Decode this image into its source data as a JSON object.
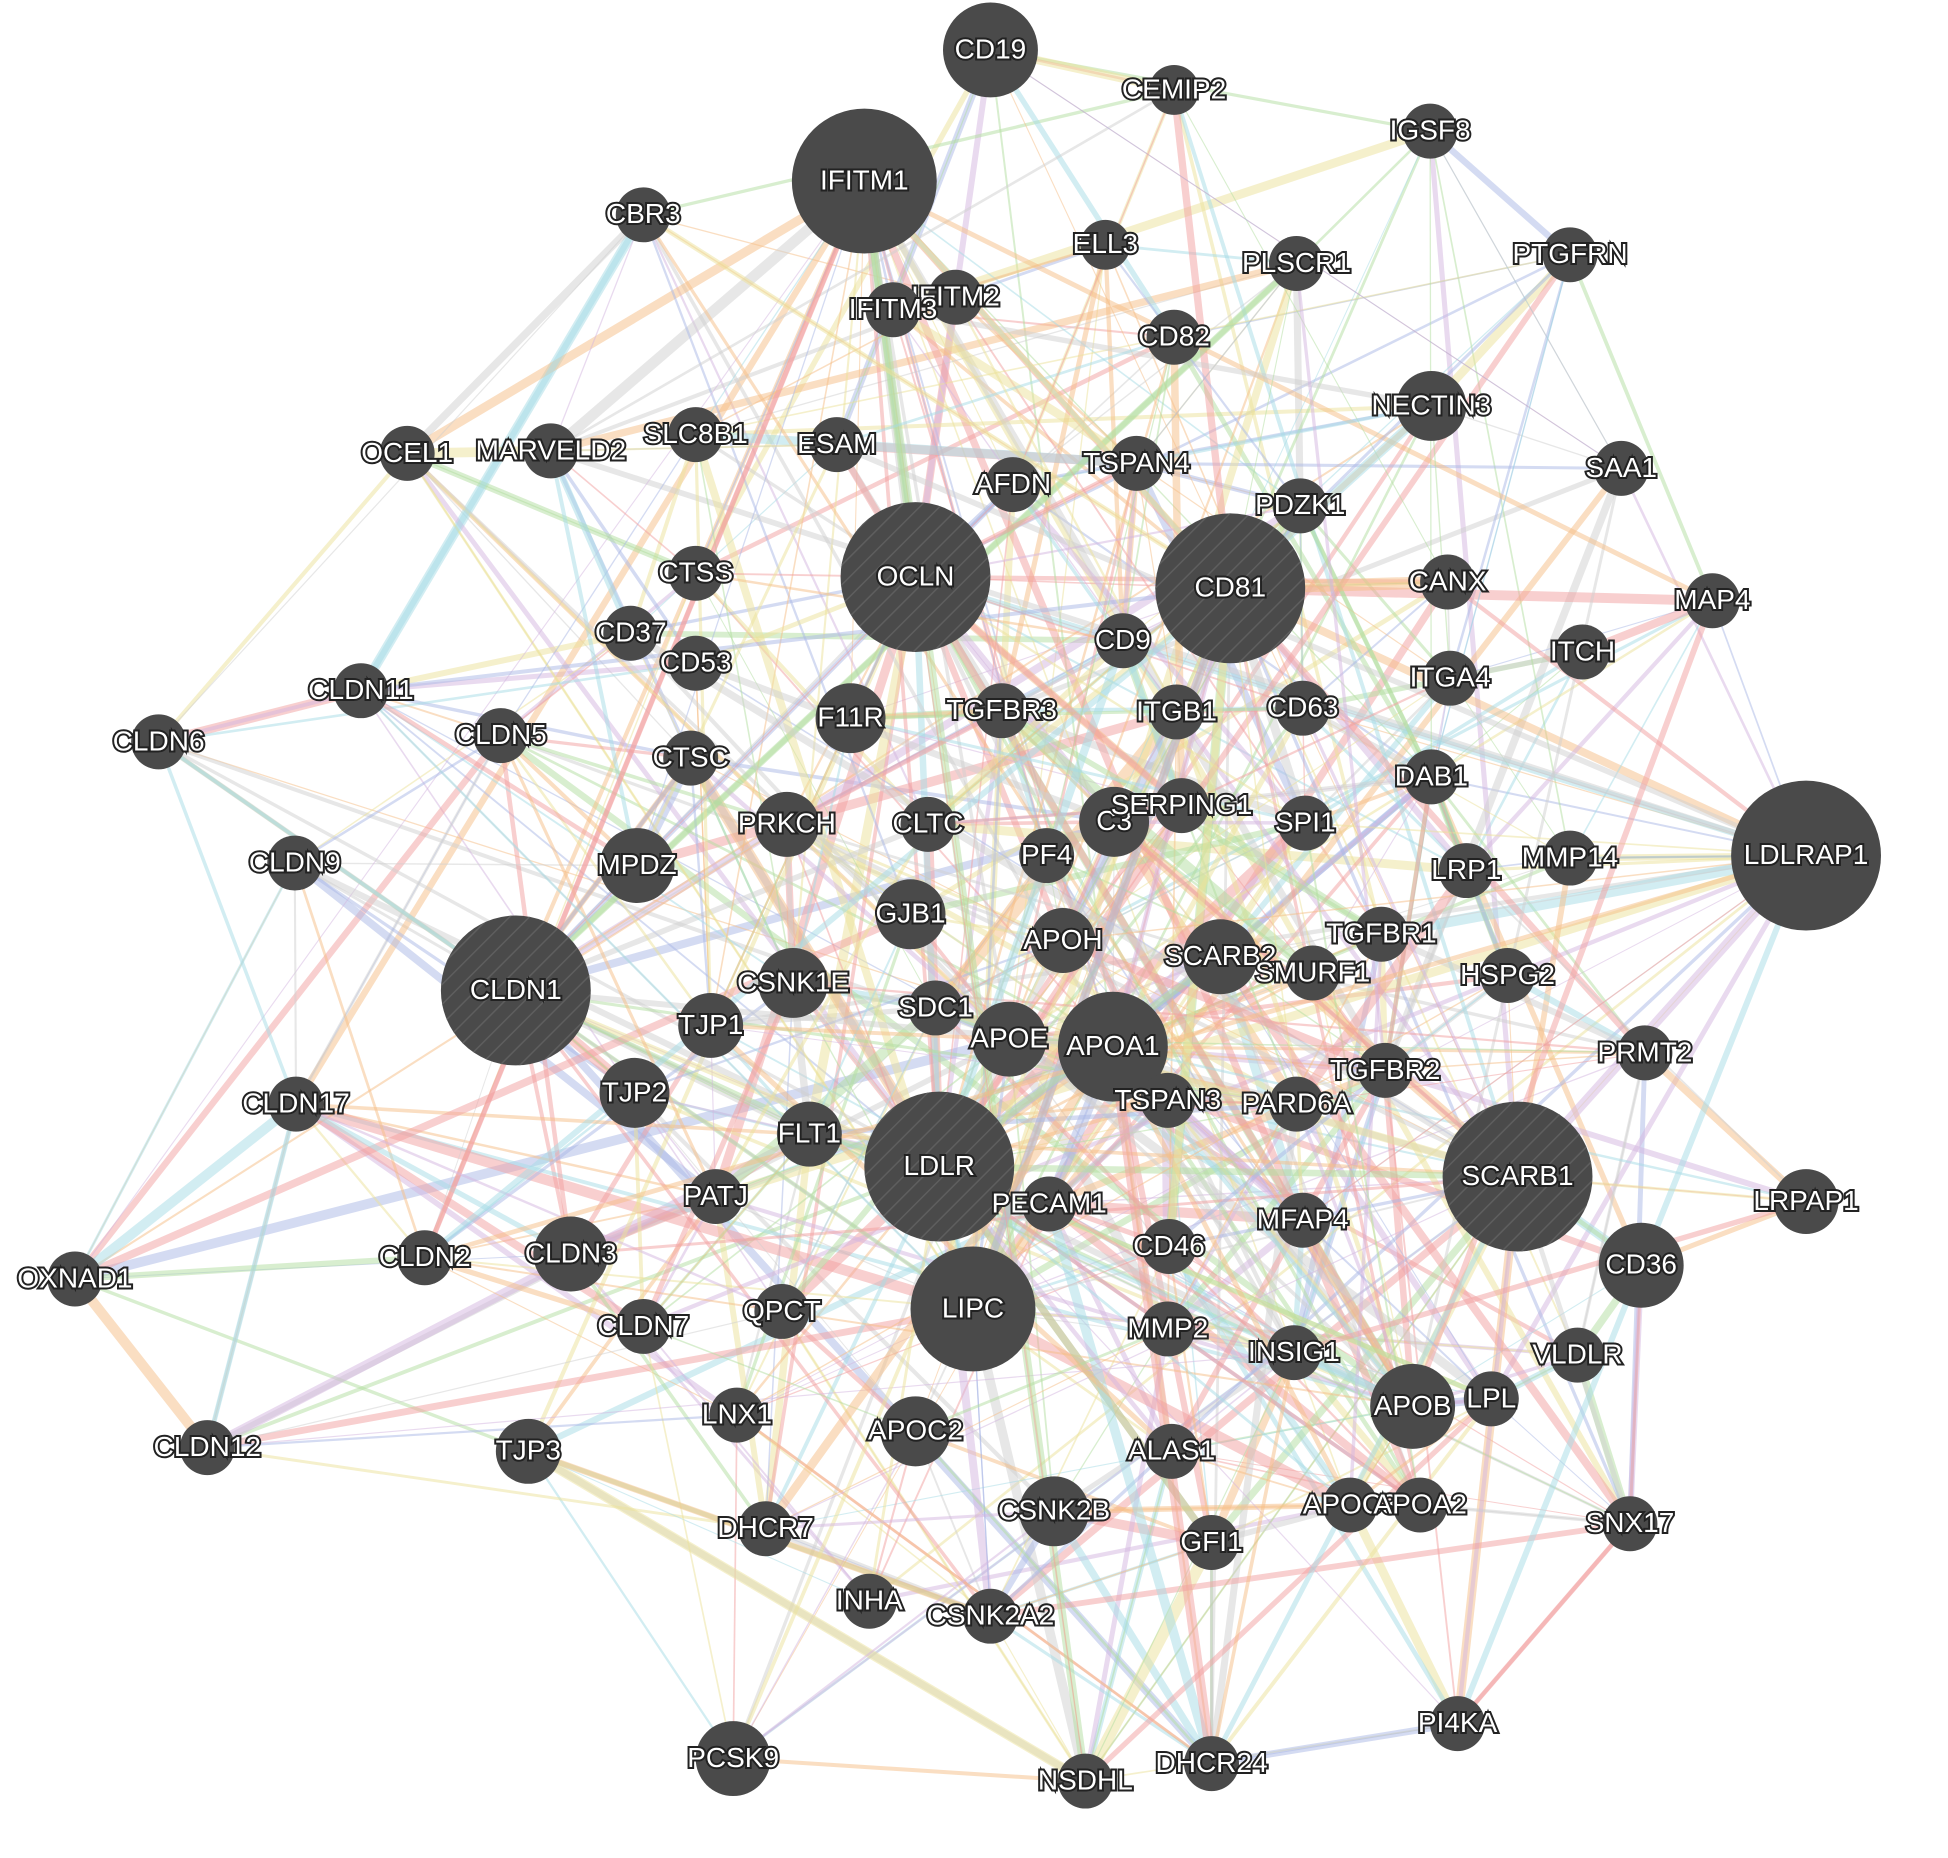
{
  "network": {
    "colors": {
      "node": "#4a4a4a",
      "edges": [
        "#f2a0a0",
        "#a6dbe6",
        "#f6bd86",
        "#d3b5df",
        "#b2dea0",
        "#cfcfcf",
        "#ece29a",
        "#a9b8e6"
      ]
    },
    "nodes": [
      "CD19",
      "CEMIP2",
      "IGSF8",
      "IFITM1",
      "CBR3",
      "ELL3",
      "PLSCR1",
      "PTGFRN",
      "IFITM2",
      "IFITM3",
      "CD82",
      "NECTIN3",
      "OCEL1",
      "MARVELD2",
      "SLC8B1",
      "ESAM",
      "AFDN",
      "TSPAN4",
      "SAA1",
      "PDZK1",
      "OCLN",
      "CD81",
      "CTSS",
      "CANX",
      "MAP4",
      "CD37",
      "CD9",
      "CD53",
      "ITCH",
      "ITGA4",
      "CLDN11",
      "CLDN6",
      "CLDN5",
      "F11R",
      "TGFBR3",
      "ITGB1",
      "CD63",
      "CTSC",
      "DAB1",
      "LDLRAP1",
      "PRKCH",
      "CLTC",
      "C3",
      "SERPING1",
      "SPI1",
      "PF4",
      "LRP1",
      "MMP14",
      "CLDN9",
      "MPDZ",
      "GJB1",
      "APOH",
      "SCARB2",
      "TGFBR1",
      "SMURF1",
      "HSPG2",
      "CLDN1",
      "CSNK1E",
      "SDC1",
      "TJP1",
      "APOE",
      "APOA1",
      "PRMT2",
      "TJP2",
      "TGFBR2",
      "CLDN17",
      "TSPAN3",
      "PARD6A",
      "FLT1",
      "LDLR",
      "SCARB1",
      "PATJ",
      "PECAM1",
      "LRPAP1",
      "MFAP4",
      "CD46",
      "CLDN2",
      "CLDN3",
      "CD36",
      "OXNAD1",
      "LIPC",
      "QPCT",
      "CLDN7",
      "MMP2",
      "INSIG1",
      "VLDLR",
      "APOB",
      "LPL",
      "LNX1",
      "APOC2",
      "CLDN12",
      "TJP3",
      "ALAS1",
      "APOC3",
      "APOA2",
      "SNX17",
      "DHCR7",
      "CSNK2B",
      "GFI1",
      "INHA",
      "CSNK2A2",
      "PI4KA",
      "PCSK9",
      "DHCR24",
      "NSDHL"
    ]
  }
}
